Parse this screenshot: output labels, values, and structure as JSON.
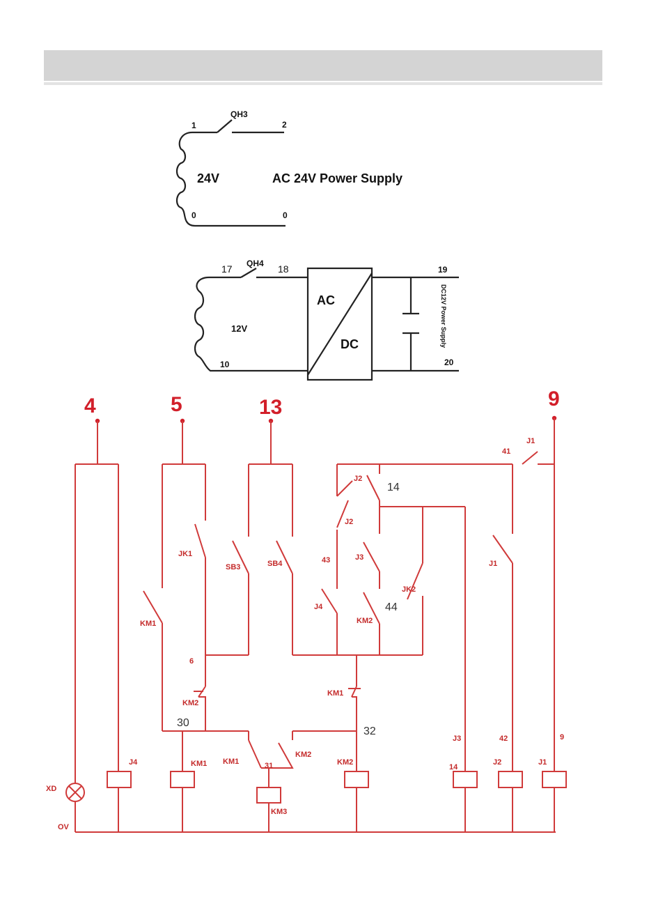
{
  "ac_supply": {
    "breaker": "QH3",
    "terminals": {
      "t1": "1",
      "t2": "2",
      "t0a": "0",
      "t0b": "0"
    },
    "coil_voltage": "24V",
    "title": "AC 24V Power Supply"
  },
  "dc_supply": {
    "breaker": "QH4",
    "terminals": {
      "t17": "17",
      "t18": "18",
      "t10": "10",
      "t19": "19",
      "t20": "20"
    },
    "coil_voltage": "12V",
    "converter_in": "AC",
    "converter_out": "DC",
    "title": "DC12V Power Supply"
  },
  "control_circuit": {
    "supply_nodes": {
      "n4": "4",
      "n5": "5",
      "n13": "13",
      "n9": "9"
    },
    "contacts": {
      "JK1": "JK1",
      "KM1_hold": "KM1",
      "SB3": "SB3",
      "SB4": "SB4",
      "J2_a": "J2",
      "J2_b": "J2",
      "J3": "J3",
      "J4": "J4",
      "KM2_hold": "KM2",
      "JK2": "JK2",
      "J1_top": "J1",
      "J1_mid": "J1",
      "KM2_nc": "KM2",
      "KM1_nc": "KM1",
      "KM1_low": "KM1",
      "KM2_low": "KM2"
    },
    "wire_numbers": {
      "w6": "6",
      "w30": "30",
      "w31": "31",
      "w32": "32",
      "w14": "14",
      "w44": "44",
      "w43": "43",
      "w41": "41",
      "w42": "42",
      "w9": "9",
      "w14_coil": "14"
    },
    "coils": {
      "J4": "J4",
      "KM1": "KM1",
      "KM3": "KM3",
      "KM2": "KM2",
      "J3": "J3",
      "J2": "J2",
      "J1": "J1"
    },
    "lamp": "XD",
    "common": "OV"
  }
}
